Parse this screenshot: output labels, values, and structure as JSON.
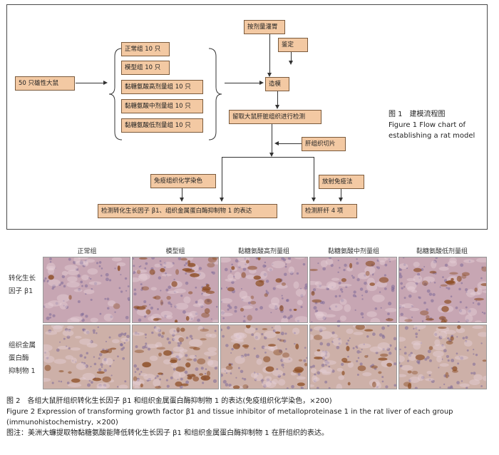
{
  "figure1": {
    "boxes": {
      "rats": "50 只雄性大鼠",
      "normal": "正常组 10 只",
      "model": "模型组 10 只",
      "high": "黏糖氨酸高剂量组 10 只",
      "mid": "黏糖氨酸中剂量组 10 只",
      "low": "黏糖氨酸低剂量组 10 只",
      "gavage": "按剂量灌胃",
      "identify": "鉴定",
      "modeling": "造模",
      "liver_test": "留取大鼠肝脏组织进行检测",
      "slice": "肝组织切片",
      "ihc": "免疫组织化学染色",
      "ria": "放射免疫法",
      "detect_tgf": "检测转化生长因子 β1、组织金属蛋白酶抑制物 1 的表达",
      "detect_fibrosis": "检测肝纤 4 项"
    },
    "caption": {
      "cn": "图 1　建模流程图",
      "en_line1": "Figure 1    Flow chart of",
      "en_line2": "establishing a rat model"
    }
  },
  "figure2": {
    "columns": [
      "正常组",
      "模型组",
      "黏糖氨酸高剂量组",
      "黏糖氨酸中剂量组",
      "黏糖氨酸低剂量组"
    ],
    "row_labels": {
      "row1_line1": "转化生长",
      "row1_line2": "因子 β1",
      "row2_line1": "组织金属",
      "row2_line2": "蛋白酶",
      "row2_line3": "抑制物 1"
    },
    "caption": {
      "cn": "图 2　各组大鼠肝组织转化生长因子 β1 和组织金属蛋白酶抑制物 1 的表达(免疫组织化学染色，×200)",
      "en_line1": "Figure 2    Expression of transforming growth factor β1 and tissue inhibitor of metalloproteinase 1 in the rat liver of each group",
      "en_line2": "(immunohistochemistry, ×200)",
      "note": "图注：美洲大蠊提取物黏糖氨酸能降低转化生长因子 β1 和组织金属蛋白酶抑制物 1 在肝组织的表达。"
    }
  },
  "colors": {
    "box_fill": "#f3c9a3",
    "box_border": "#7a5a3c",
    "tissue_base": "#c9a7b5",
    "stain_brown": "#8a4a1f"
  }
}
